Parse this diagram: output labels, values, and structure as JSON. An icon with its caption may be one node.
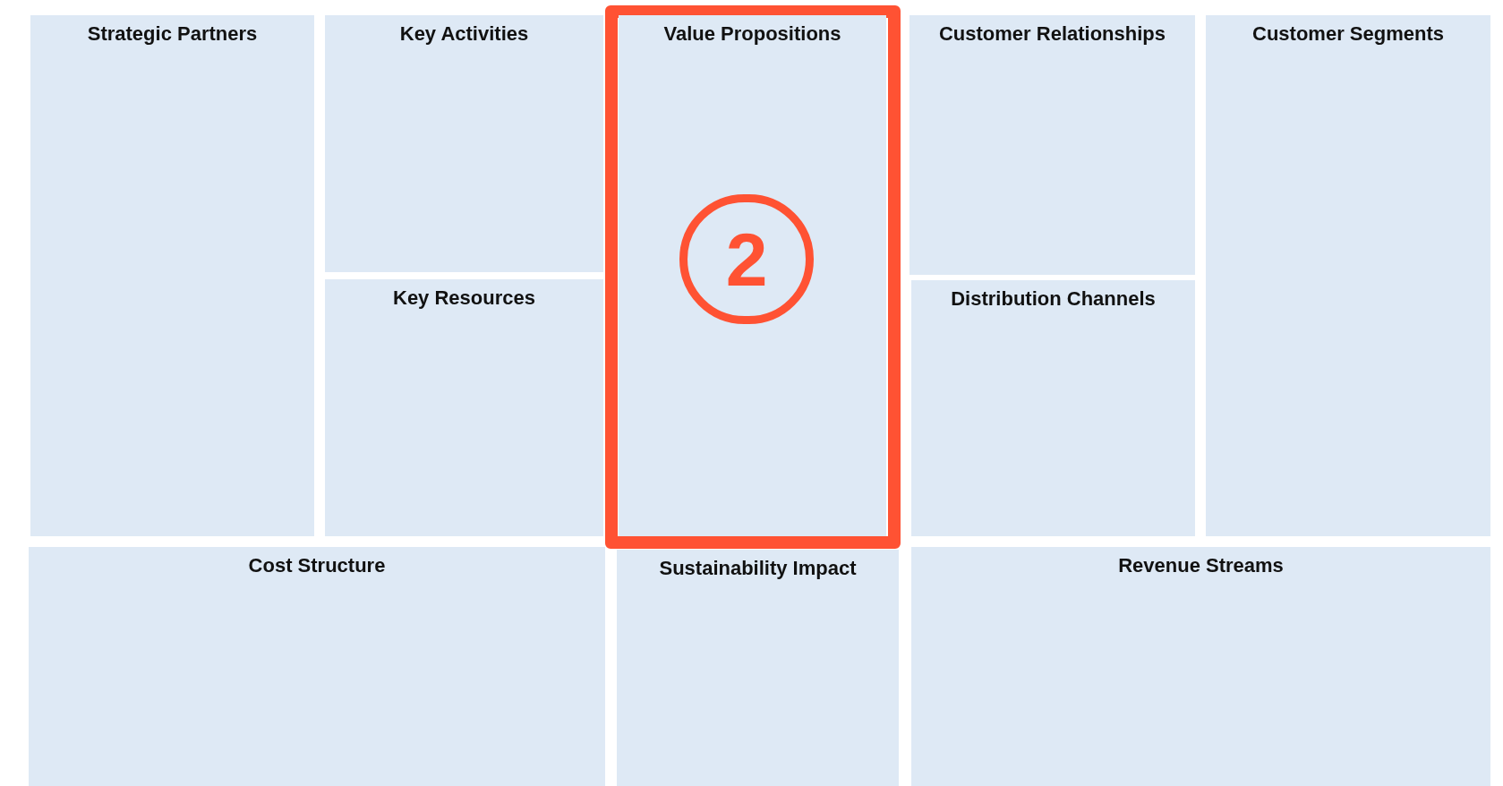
{
  "diagram": {
    "nodes": [
      {
        "text": [
          "Strategic Partners"
        ]
      },
      {
        "text": [
          "Key Activities"
        ]
      },
      {
        "text": [
          "Key Resources"
        ]
      },
      {
        "text": [
          "Value Propositions"
        ]
      },
      {
        "text": [
          "2"
        ],
        "in": 3
      },
      {
        "text": [
          "Customer Relationships"
        ]
      },
      {
        "text": [
          "Distribution Channels"
        ]
      },
      {
        "text": [
          "Customer Segments"
        ]
      },
      {
        "text": [
          "Cost Structure"
        ]
      },
      {
        "text": [
          "Sustainability Impact"
        ]
      },
      {
        "text": [
          "Revenue Streams"
        ]
      }
    ]
  }
}
